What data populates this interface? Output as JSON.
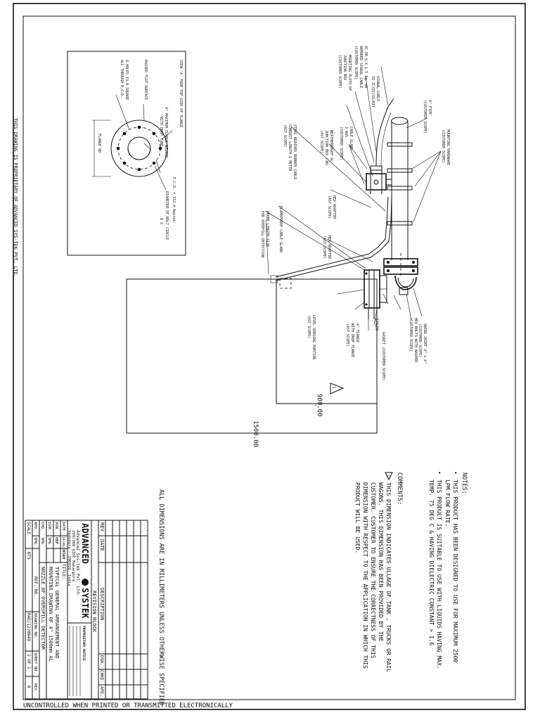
{
  "sheet": {
    "proprietary": "THIS DRAWING IS PROPRIETARY OF ADVANCED SYS-TEK PVT. LTD.",
    "uncontrolled": "UNCONTROLLED WHEN PRINTED OR TRANSMITTED ELECTRONICALLY",
    "all_dimensions": "ALL DIMENSIONS ARE IN MILLIMETERS UNLESS OTHERWISE SPECIFIED"
  },
  "notes": {
    "title": "NOTES:",
    "items": [
      "THIS PRODUCT HAS BEEN DESIGNED TO USE FOR MAXIMUM 2500",
      "LPM FLOW RATE.",
      "THIS PRODUCT IS SUITABLE TO USE WITH LIQUIDS HAVING MAX.",
      "TEMP. 75 DEG C & HAVING DIELECTRIC CONSTANT > 1.6"
    ]
  },
  "comments": {
    "title": "COMMENTS:",
    "symbol": "1",
    "lines": [
      "THIS DIMENSION INDICATES ULLAGE OF TANK , TRUCKS OR RAIL",
      "WAGONS. THIS DIMENSION HAS BEEN PROVIDED BY THE",
      "CUSTOMER. CUSTOMER TO ENSURE THE CORRECTNESS OF THIS",
      "DIMENSION WITH RESPECT TO THE APPLICATION IN WHICH THIS",
      "PRODUCT WILL BE USED."
    ]
  },
  "dimensions": {
    "d900": "900.00",
    "d1500": "1500.00",
    "tri": "1"
  },
  "callouts": {
    "sig_cable": "SIGNAL CABLE",
    "sig_cable2": "TO IC/DT/IO/RIT",
    "cable_spec": "4C OR 6 X 1.5 Sq. mm",
    "cable_spec2": "ARMORED SIGNAL CABLE",
    "cable_spec3": "(CUSTOMER SCOPE)",
    "mount_plate": "MOUNTING PLATE OF",
    "mount_plate2": "JUNCTION BOX",
    "mount_plate3": "(CUSTOMER SCOPE)",
    "pipe": "4\" PIPE",
    "pipe2": "(CUSTOMER SCOPE)",
    "hardware": "MOUNTING HARDWARE",
    "hardware2": "(CUSTOMER SCOPE)",
    "gland": "CABLE GLAND",
    "gland2": "2 NOS",
    "gland3": "(CUSTOMER SCOPE)",
    "wp_box": "WEATHERPROOF AL",
    "wp_box2": "JUNCTION BOX (JB)",
    "wp_box3": "(AST SCOPE)",
    "adapter1": "HEX ADAPTER",
    "adapter1b": "(AST SCOPE)",
    "adapter2": "HEX ADAPTER",
    "adapter2b": "(AST SCOPE)",
    "braided": "STEEL BRAIDED RUBBER CABLE",
    "braided2": "CONDUIT LENGTH 1 METER",
    "braided3": "(AST SCOPE)",
    "flameproof": "FLAMEPROOF CABLE GLAND",
    "probe": "PROBE LENGTH SIZE",
    "probe2": "FOR OVERFILL DETECTION",
    "level": "LEVEL SENSING PORTION",
    "level2": "(AST SCOPE)",
    "flange4": "4\" FLANGE",
    "flange4b": "WITH DROP FLANGE",
    "flange4c": "(AST SCOPE)",
    "gasket": "GASKET (CUSTOMER SCOPE)",
    "hex_bolts": "HEX BOLTS WITH WASHER",
    "hex_bolts2": "(CUSTOMER SCOPE)",
    "swing": "SWING JOINT 4\" x 4\"",
    "swing2": "(CUSTOMER SCOPE)",
    "mark": "12&20",
    "view": "VIEW 'A' FROM TOP SIDE OF FLANGE",
    "max_flange": "4\" MAXIMUM FLANGE WELDED",
    "max_flange2": "WITH DROP TUBE",
    "raised": "RAISED FLAT SURFACE",
    "holes": "8 HOLES 19.0 SQUARE",
    "holes2": "ALL THROUGH P.C.D.",
    "pcd": "P.C.D. = 152.4 Approx.",
    "bolt_circle": "DIAMETER OF BOLT CIRCLE",
    "bolt_circle2": "8 X",
    "flange_od": "FLANGE OD"
  },
  "revision": {
    "rev": "REV",
    "date": "DATE",
    "description": "DESCRIPTION",
    "dsn": "DSN.",
    "chkd": "CHKD.",
    "apd": "APD.",
    "block": "REVISION BLOCK"
  },
  "titleblock": {
    "company_a": "ADVANCED",
    "company_b": "SYSTEK",
    "company_full": "Advanced Sys-tek Pvt. Ltd.",
    "addr1": "299/300 GIDC Makarpura",
    "addr2": "Vadodara - 390010. India",
    "stamp": "PROPRIETARY NOTICE",
    "date_lbl": "DATE",
    "date_val": "18/06/2014",
    "sign_lbl": "SIGN",
    "title_lbl": "TITLE:",
    "dgn_lbl": "DGN.",
    "dgn_val": "HBP",
    "ign_lbl": "IGN.",
    "ign_val": "SMG",
    "chd_lbl": "CHD.",
    "chd_val": "SMG",
    "apd_lbl": "APD.",
    "apd_val": "SMG",
    "title1": "TYPICAL GENERAL ARRANGEMENT AND",
    "title2": "MOUNTING DRAWING OF 4\" 1500mm AL",
    "title3": "NOZZLE OF OVERSPILL DETECTOR",
    "scale_lbl": "SCALE",
    "scale_val": "NTS",
    "refno_lbl": "REF. NO.",
    "drawing_no_lbl": "DRAWING NO.",
    "drawing_no": "RAD/1220849",
    "sheet_lbl": "SHEET NO.",
    "sheet_val": "1 OF 1",
    "rev_lbl": "REV",
    "rev_val": "0"
  }
}
